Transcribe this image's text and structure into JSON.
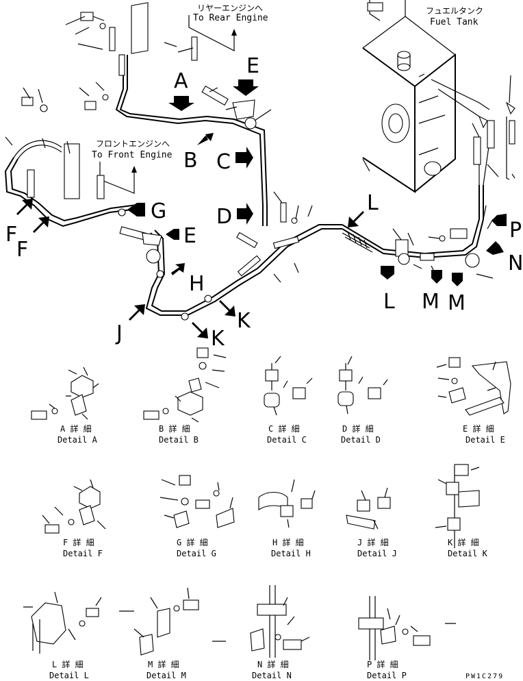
{
  "destinations": {
    "rear_jp": "リヤーエンジンへ",
    "rear_en": "To Rear Engine",
    "front_jp": "フロントエンジンへ",
    "front_en": "To Front Engine",
    "tank_jp": "フュエルタンク",
    "tank_en": "Fuel Tank"
  },
  "callouts": [
    "A",
    "B",
    "C",
    "D",
    "E",
    "E",
    "F",
    "F",
    "G",
    "H",
    "J",
    "K",
    "K",
    "L",
    "L",
    "M",
    "M",
    "N",
    "P"
  ],
  "details": [
    {
      "letter": "A",
      "jp": "A 詳 細",
      "en": "Detail A"
    },
    {
      "letter": "B",
      "jp": "B 詳 細",
      "en": "Detail B"
    },
    {
      "letter": "C",
      "jp": "C 詳 細",
      "en": "Detail C"
    },
    {
      "letter": "D",
      "jp": "D 詳 細",
      "en": "Detail D"
    },
    {
      "letter": "E",
      "jp": "E 詳 細",
      "en": "Detail E"
    },
    {
      "letter": "F",
      "jp": "F 詳 細",
      "en": "Detail F"
    },
    {
      "letter": "G",
      "jp": "G 詳 細",
      "en": "Detail G"
    },
    {
      "letter": "H",
      "jp": "H 詳 細",
      "en": "Detail H"
    },
    {
      "letter": "J",
      "jp": "J 詳 細",
      "en": "Detail J"
    },
    {
      "letter": "K",
      "jp": "K 詳 細",
      "en": "Detail K"
    },
    {
      "letter": "L",
      "jp": "L 詳 細",
      "en": "Detail L"
    },
    {
      "letter": "M",
      "jp": "M 詳 細",
      "en": "Detail M"
    },
    {
      "letter": "N",
      "jp": "N 詳 細",
      "en": "Detail N"
    },
    {
      "letter": "P",
      "jp": "P 詳 細",
      "en": "Detail P"
    }
  ],
  "drawing_code": "PW1C279"
}
